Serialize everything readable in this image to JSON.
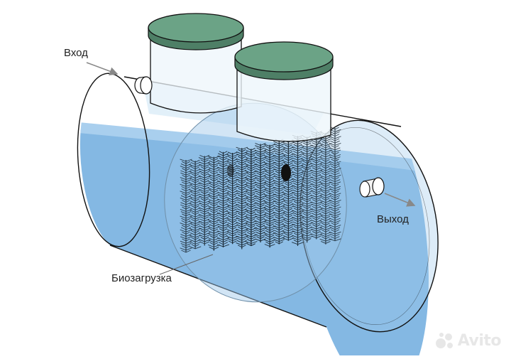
{
  "labels": {
    "inlet": "Вход",
    "outlet": "Выход",
    "bioload": "Биозагрузка"
  },
  "watermark": {
    "text": "Avito",
    "icon": "avito-dots-icon"
  },
  "colors": {
    "water": "#7fb4e0",
    "water_light": "#bfdcf2",
    "lid": "#62977c",
    "outline": "#111111",
    "brush": "#16232d"
  }
}
